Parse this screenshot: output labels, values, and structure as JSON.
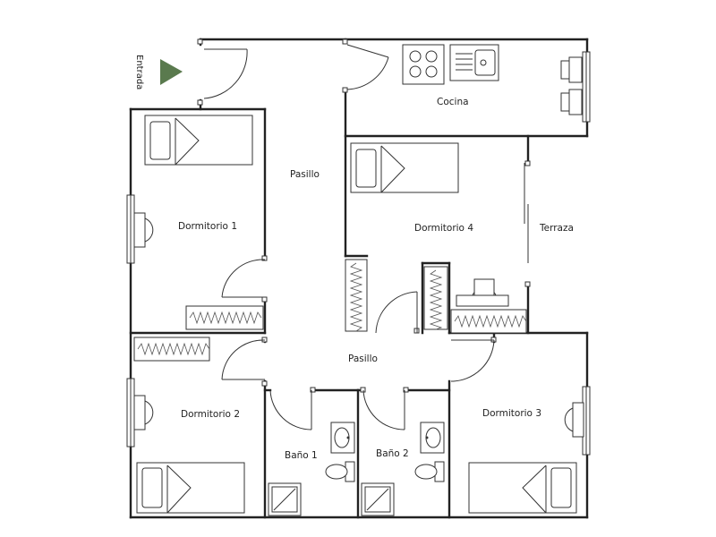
{
  "plan": {
    "entrance_label": "Entrada",
    "rooms": {
      "cocina": "Cocina",
      "pasillo_upper": "Pasillo",
      "pasillo_lower": "Pasillo",
      "dormitorio_1": "Dormitorio 1",
      "dormitorio_2": "Dormitorio 2",
      "dormitorio_3": "Dormitorio 3",
      "dormitorio_4": "Dormitorio 4",
      "terraza": "Terraza",
      "bano_1": "Baño 1",
      "bano_2": "Baño 2"
    },
    "colors": {
      "wall": "#222222",
      "entrance_arrow": "#5a7a4e",
      "background": "#ffffff"
    }
  }
}
